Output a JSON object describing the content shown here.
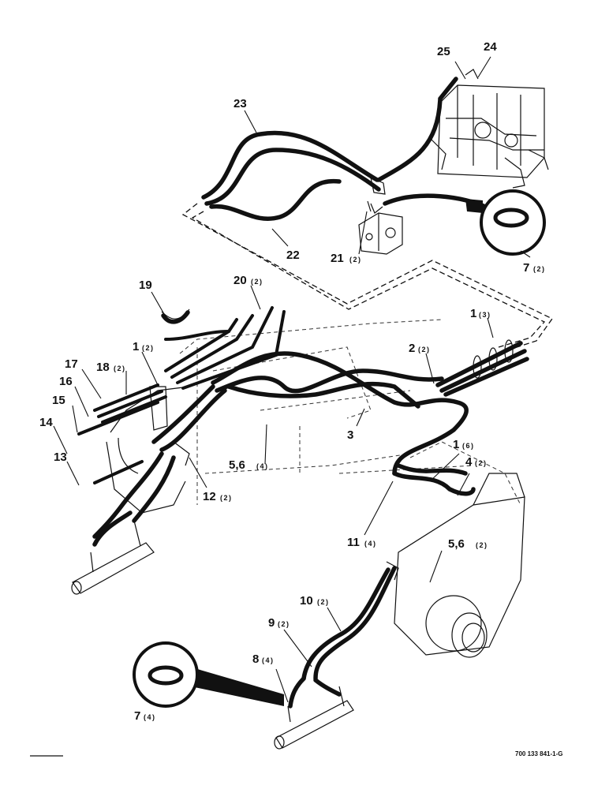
{
  "callouts": [
    {
      "id": "c25",
      "num": "25",
      "qty": ""
    },
    {
      "id": "c24",
      "num": "24",
      "qty": ""
    },
    {
      "id": "c23",
      "num": "23",
      "qty": ""
    },
    {
      "id": "c22",
      "num": "22",
      "qty": ""
    },
    {
      "id": "c21",
      "num": "21",
      "qty": "(2)"
    },
    {
      "id": "c7a",
      "num": "7",
      "qty": "(2)"
    },
    {
      "id": "c19",
      "num": "19",
      "qty": ""
    },
    {
      "id": "c20",
      "num": "20",
      "qty": "(2)"
    },
    {
      "id": "c1a",
      "num": "1",
      "qty": "(3)"
    },
    {
      "id": "c1b",
      "num": "1",
      "qty": "(2)"
    },
    {
      "id": "c2",
      "num": "2",
      "qty": "(2)"
    },
    {
      "id": "c17",
      "num": "17",
      "qty": ""
    },
    {
      "id": "c18",
      "num": "18",
      "qty": "(2)"
    },
    {
      "id": "c16",
      "num": "16",
      "qty": ""
    },
    {
      "id": "c15",
      "num": "15",
      "qty": ""
    },
    {
      "id": "c14",
      "num": "14",
      "qty": ""
    },
    {
      "id": "c13",
      "num": "13",
      "qty": ""
    },
    {
      "id": "c3",
      "num": "3",
      "qty": ""
    },
    {
      "id": "c56a",
      "num": "5,6",
      "qty": "(4)"
    },
    {
      "id": "c1c",
      "num": "1",
      "qty": "(6)"
    },
    {
      "id": "c4",
      "num": "4",
      "qty": "(2)"
    },
    {
      "id": "c12",
      "num": "12",
      "qty": "(2)"
    },
    {
      "id": "c11",
      "num": "11",
      "qty": "(4)"
    },
    {
      "id": "c56b",
      "num": "5,6",
      "qty": "(2)"
    },
    {
      "id": "c10",
      "num": "10",
      "qty": "(2)"
    },
    {
      "id": "c9",
      "num": "9",
      "qty": "(2)"
    },
    {
      "id": "c8",
      "num": "8",
      "qty": "(4)"
    },
    {
      "id": "c7b",
      "num": "7",
      "qty": "(4)"
    }
  ],
  "document_number": "700 133 841-1-G"
}
